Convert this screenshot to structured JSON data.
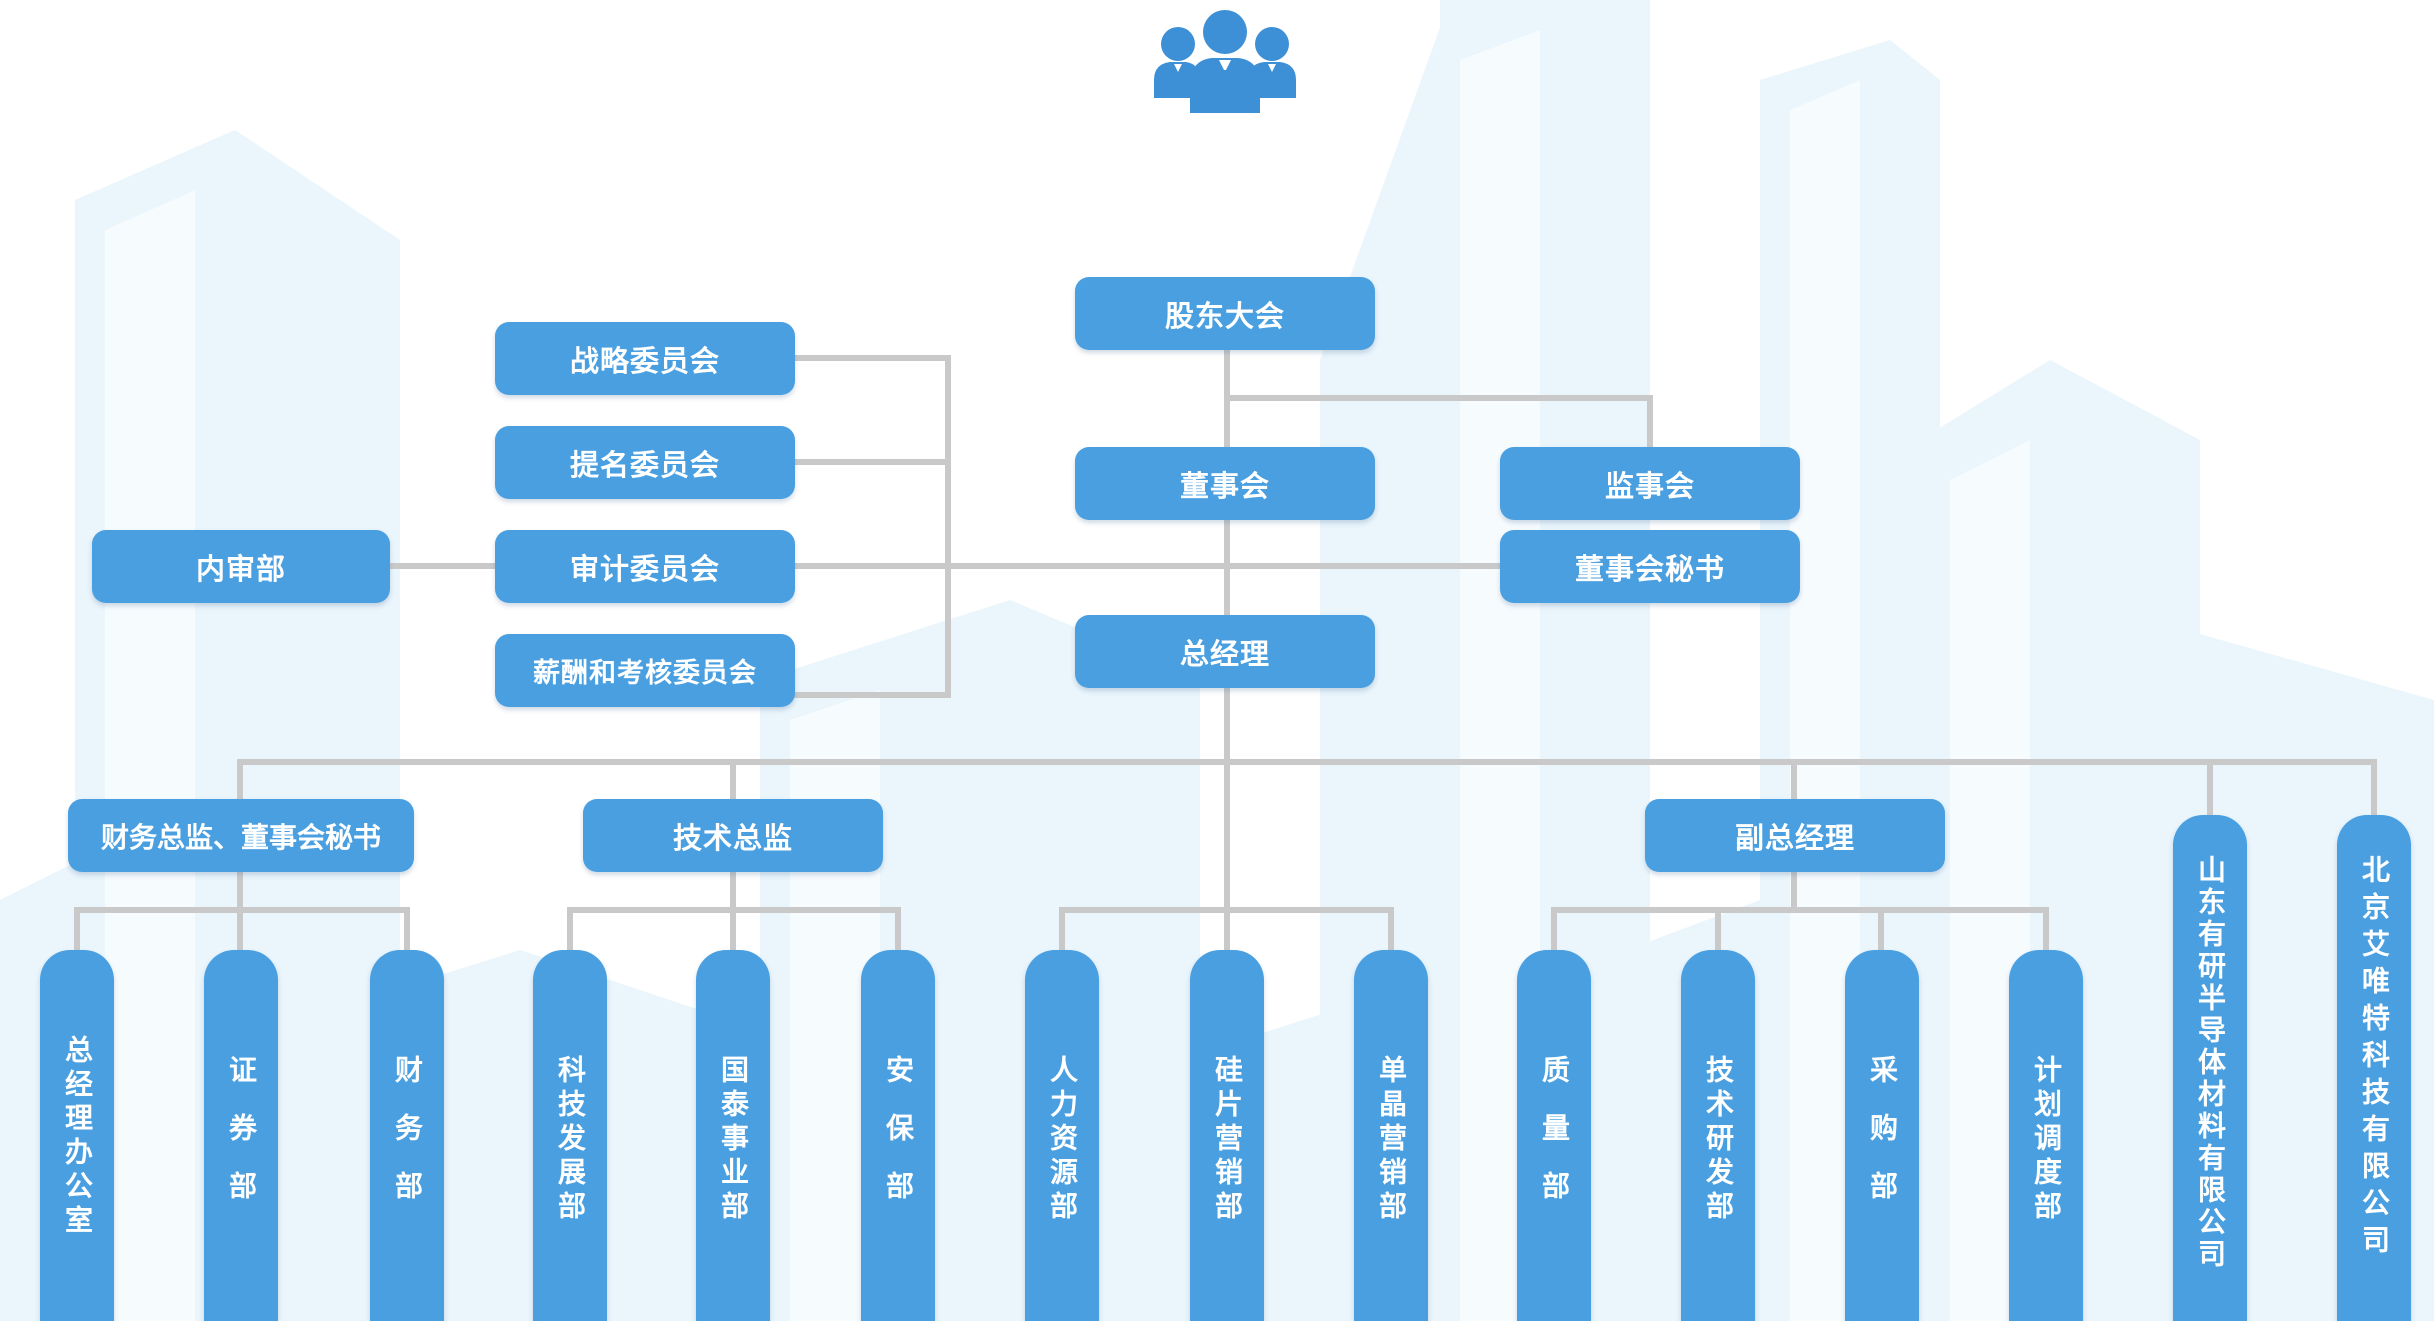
{
  "colors": {
    "box": "#4a9fe0",
    "line": "#c9c9c9",
    "background_buildings": "#eaf5fc",
    "icon": "#3d8fd6"
  },
  "icon": "people-group-icon",
  "top": {
    "shareholders": "股东大会",
    "board": "董事会",
    "supervisors": "监事会",
    "board_secretary": "董事会秘书",
    "general_manager": "总经理",
    "internal_audit": "内审部"
  },
  "committees": [
    "战略委员会",
    "提名委员会",
    "审计委员会",
    "薪酬和考核委员会"
  ],
  "executives": {
    "cfo": "财务总监、董事会秘书",
    "cto": "技术总监",
    "vp": "副总经理"
  },
  "departments": [
    "总经理办公室",
    "证券部",
    "财务部",
    "科技发展部",
    "国泰事业部",
    "安保部",
    "人力资源部",
    "硅片营销部",
    "单晶营销部",
    "质量部",
    "技术研发部",
    "采购部",
    "计划调度部"
  ],
  "subsidiaries": [
    "山东有研半导体材料有限公司",
    "北京艾唯特科技有限公司"
  ]
}
